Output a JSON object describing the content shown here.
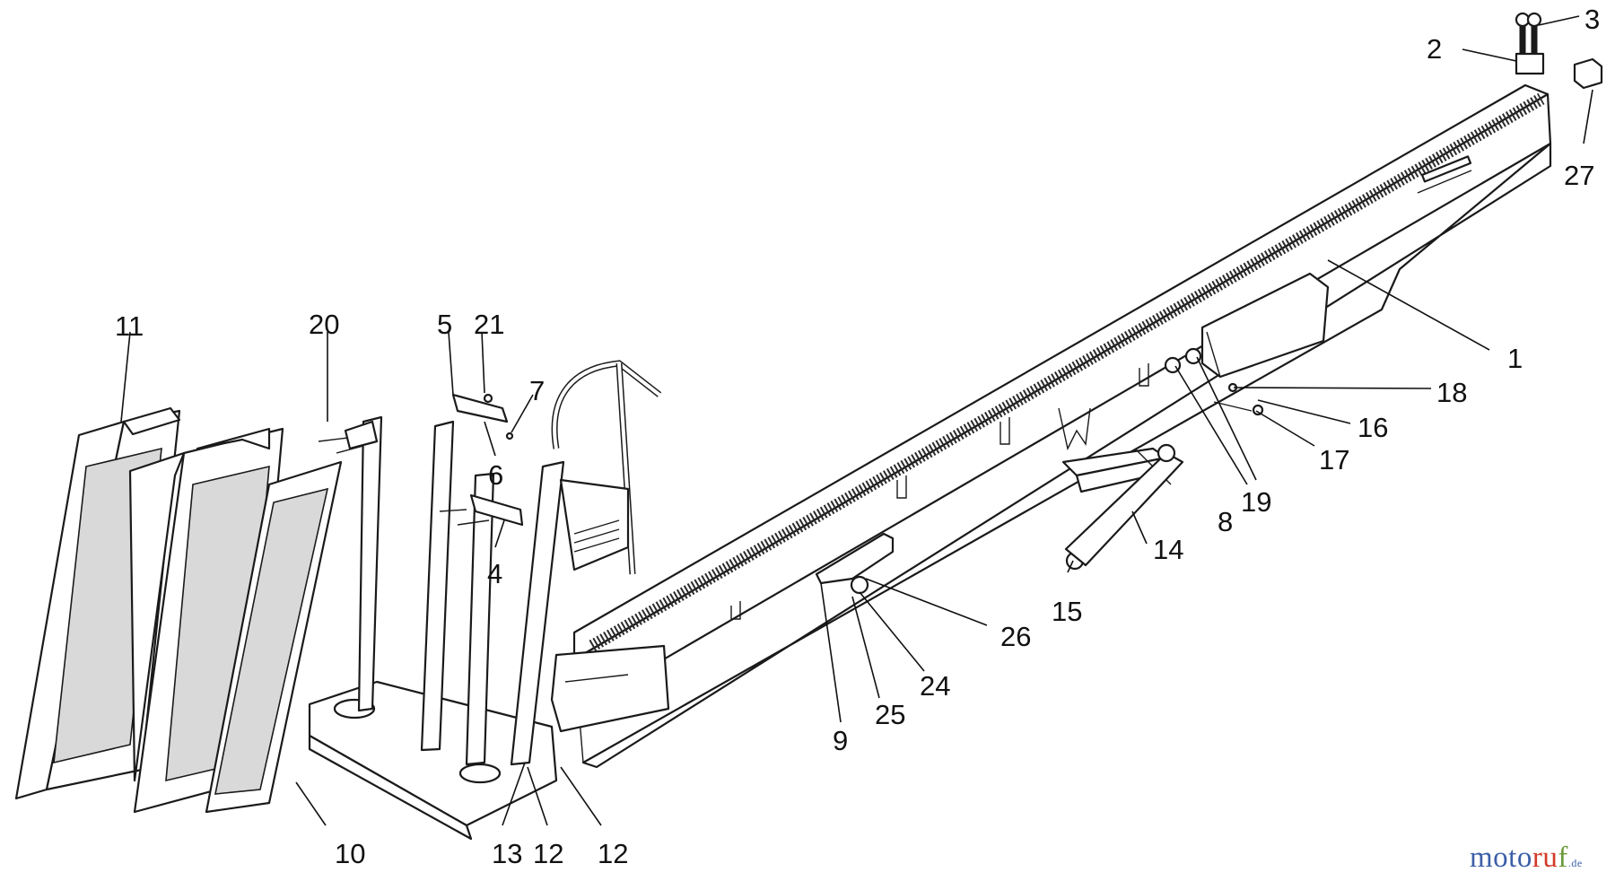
{
  "diagram": {
    "callouts": [
      {
        "id": "c1",
        "text": "1"
      },
      {
        "id": "c2",
        "text": "2"
      },
      {
        "id": "c3",
        "text": "3"
      },
      {
        "id": "c4",
        "text": "4"
      },
      {
        "id": "c5",
        "text": "5"
      },
      {
        "id": "c6",
        "text": "6"
      },
      {
        "id": "c7",
        "text": "7"
      },
      {
        "id": "c8",
        "text": "8"
      },
      {
        "id": "c9",
        "text": "9"
      },
      {
        "id": "c10",
        "text": "10"
      },
      {
        "id": "c11",
        "text": "11"
      },
      {
        "id": "c12a",
        "text": "12"
      },
      {
        "id": "c12b",
        "text": "12"
      },
      {
        "id": "c13",
        "text": "13"
      },
      {
        "id": "c14",
        "text": "14"
      },
      {
        "id": "c15",
        "text": "15"
      },
      {
        "id": "c16",
        "text": "16"
      },
      {
        "id": "c17",
        "text": "17"
      },
      {
        "id": "c18",
        "text": "18"
      },
      {
        "id": "c19",
        "text": "19"
      },
      {
        "id": "c20",
        "text": "20"
      },
      {
        "id": "c21",
        "text": "21"
      },
      {
        "id": "c24",
        "text": "24"
      },
      {
        "id": "c25",
        "text": "25"
      },
      {
        "id": "c26",
        "text": "26"
      },
      {
        "id": "c27",
        "text": "27"
      }
    ]
  },
  "watermark": {
    "part1": "moto",
    "part2": "ru",
    "part3": "f",
    "tld": ".de"
  },
  "colors": {
    "line": "#1a1a1a",
    "brand_blue": "#3b5fa8",
    "brand_red": "#d23a2a",
    "brand_green": "#6a9a3a"
  }
}
